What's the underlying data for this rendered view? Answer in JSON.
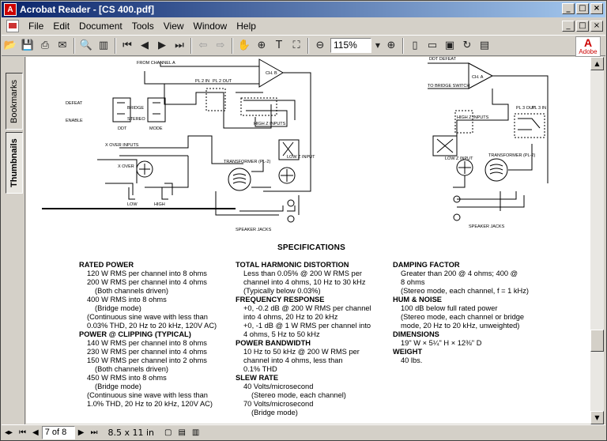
{
  "window": {
    "title": "Acrobat Reader - [CS 400.pdf]",
    "min": "_",
    "max": "□",
    "close": "×"
  },
  "menu": [
    "File",
    "Edit",
    "Document",
    "Tools",
    "View",
    "Window",
    "Help"
  ],
  "toolbar": {
    "zoom": "115%",
    "brand": "Adobe"
  },
  "sidepanel": {
    "tabs": [
      "Bookmarks",
      "Thumbnails"
    ]
  },
  "status": {
    "page": "7 of 8",
    "size": "8.5 x 11 in"
  },
  "schematic": {
    "left": [
      "FROM CHANNEL A",
      "DEFEAT",
      "ENABLE",
      "DDT",
      "BRIDGE",
      "STEREO",
      "MODE",
      "PL 2 IN",
      "PL 2 OUT",
      "CH. B",
      "HIGH Z INPUTS",
      "X OVER INPUTS",
      "X OVER",
      "TRANSFORMER (PL-2)",
      "LOW Z INPUT",
      "LOW",
      "HIGH",
      "SPEAKER JACKS"
    ],
    "right": [
      "DDT DEFEAT",
      "CH. A",
      "TO BRIDGE SWITCH",
      "HIGH Z INPUTS",
      "PL 3 OUT",
      "PL 3 IN",
      "TRANSFORMER (PL-2)",
      "LOW Z INPUT",
      "SPEAKER JACKS"
    ]
  },
  "specs": {
    "title": "SPECIFICATIONS",
    "col1": [
      {
        "t": "RATED POWER",
        "c": "h"
      },
      {
        "t": "120 W RMS per channel into 8 ohms",
        "c": "i1"
      },
      {
        "t": "200 W RMS per channel into 4 ohms",
        "c": "i1"
      },
      {
        "t": "(Both channels driven)",
        "c": "i2"
      },
      {
        "t": "400 W RMS into 8 ohms",
        "c": "i1"
      },
      {
        "t": "(Bridge mode)",
        "c": "i2"
      },
      {
        "t": "(Continuous sine wave with less than",
        "c": "i1"
      },
      {
        "t": "0.03% THD, 20 Hz to 20 kHz, 120V AC)",
        "c": "i1"
      },
      {
        "t": "POWER @ CLIPPING (TYPICAL)",
        "c": "h"
      },
      {
        "t": "140 W RMS per channel into 8 ohms",
        "c": "i1"
      },
      {
        "t": "230 W RMS per channel into 4 ohms",
        "c": "i1"
      },
      {
        "t": "150 W RMS per channel into 2 ohms",
        "c": "i1"
      },
      {
        "t": "(Both channels driven)",
        "c": "i2"
      },
      {
        "t": "450 W RMS into 8 ohms",
        "c": "i1"
      },
      {
        "t": "(Bridge mode)",
        "c": "i2"
      },
      {
        "t": "(Continuous sine wave with less than",
        "c": "i1"
      },
      {
        "t": "1.0% THD, 20 Hz to 20 kHz, 120V AC)",
        "c": "i1"
      }
    ],
    "col2": [
      {
        "t": "TOTAL HARMONIC DISTORTION",
        "c": "h"
      },
      {
        "t": "Less than 0.05% @ 200 W RMS per",
        "c": "i1"
      },
      {
        "t": "channel into 4 ohms, 10 Hz to 30 kHz",
        "c": "i1"
      },
      {
        "t": "(Typically below 0.03%)",
        "c": "i1"
      },
      {
        "t": "FREQUENCY RESPONSE",
        "c": "h"
      },
      {
        "t": "+0, -0.2 dB @ 200 W RMS per channel",
        "c": "i1"
      },
      {
        "t": "into 4 ohms, 20 Hz to 20 kHz",
        "c": "i1"
      },
      {
        "t": "+0, -1 dB @ 1 W RMS per channel into",
        "c": "i1"
      },
      {
        "t": "4 ohms, 5 Hz to 50 kHz",
        "c": "i1"
      },
      {
        "t": "POWER BANDWIDTH",
        "c": "h"
      },
      {
        "t": "10 Hz to 50 kHz @ 200 W RMS per",
        "c": "i1"
      },
      {
        "t": "channel into 4 ohms, less than",
        "c": "i1"
      },
      {
        "t": "0.1% THD",
        "c": "i1"
      },
      {
        "t": "SLEW RATE",
        "c": "h"
      },
      {
        "t": "40 Volts/microsecond",
        "c": "i1"
      },
      {
        "t": "(Stereo mode, each channel)",
        "c": "i2"
      },
      {
        "t": "70 Volts/microsecond",
        "c": "i1"
      },
      {
        "t": "(Bridge mode)",
        "c": "i2"
      }
    ],
    "col3": [
      {
        "t": "DAMPING FACTOR",
        "c": "h"
      },
      {
        "t": "Greater than 200 @ 4 ohms; 400 @",
        "c": "i1"
      },
      {
        "t": "8 ohms",
        "c": "i1"
      },
      {
        "t": "(Stereo mode, each channel, f = 1 kHz)",
        "c": "i1"
      },
      {
        "t": "HUM & NOISE",
        "c": "h"
      },
      {
        "t": "100 dB below full rated power",
        "c": "i1"
      },
      {
        "t": "(Stereo mode, each channel or bridge",
        "c": "i1"
      },
      {
        "t": "mode, 20 Hz to 20 kHz, unweighted)",
        "c": "i1"
      },
      {
        "t": "DIMENSIONS",
        "c": "h"
      },
      {
        "t": "19\" W × 5¼\" H × 12⅜\" D",
        "c": "i1"
      },
      {
        "t": "WEIGHT",
        "c": "h"
      },
      {
        "t": "40 lbs.",
        "c": "i1"
      }
    ]
  }
}
